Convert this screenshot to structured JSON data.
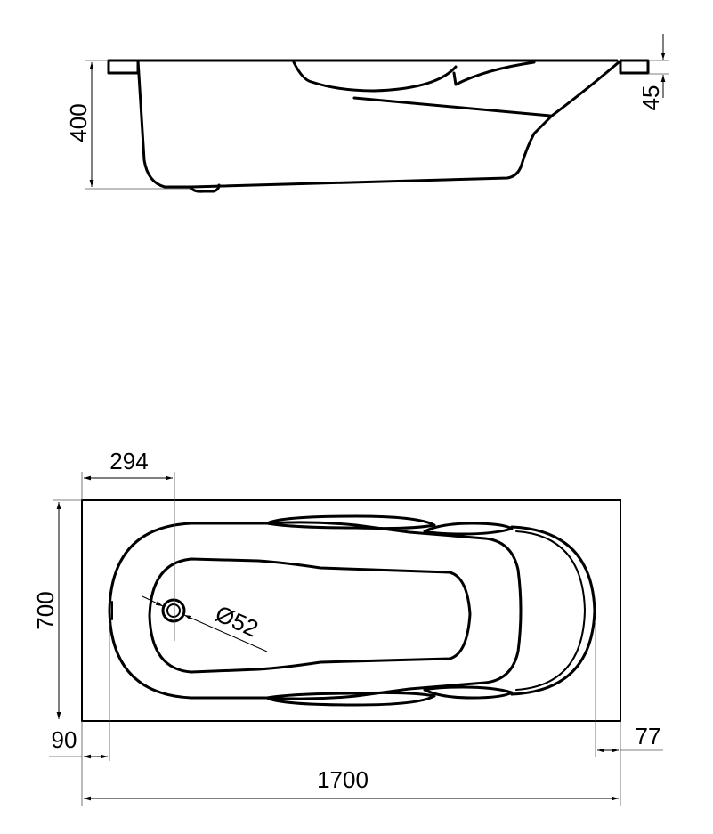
{
  "side_view": {
    "height_label": "400",
    "rim_label": "45"
  },
  "top_view": {
    "drain_offset_label": "294",
    "width_label": "700",
    "drain_diameter_label": "Ø52",
    "left_margin_label": "90",
    "right_margin_label": "77",
    "length_label": "1700"
  }
}
